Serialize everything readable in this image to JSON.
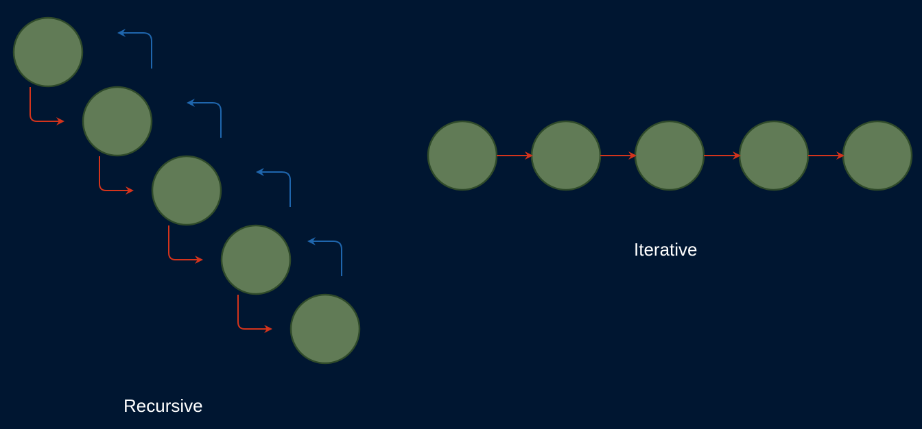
{
  "labels": {
    "recursive": "Recursive",
    "iterative": "Iterative"
  },
  "colors": {
    "background": "#001631",
    "node_fill": "#617b56",
    "node_stroke": "#2f4a2a",
    "call_arrow": "#d4341c",
    "return_arrow": "#1f66ad",
    "text": "#ffffff"
  },
  "recursive": {
    "node_count": 5,
    "call_arrow_count": 4,
    "return_arrow_count": 4
  },
  "iterative": {
    "node_count": 5,
    "arrow_count": 4
  }
}
